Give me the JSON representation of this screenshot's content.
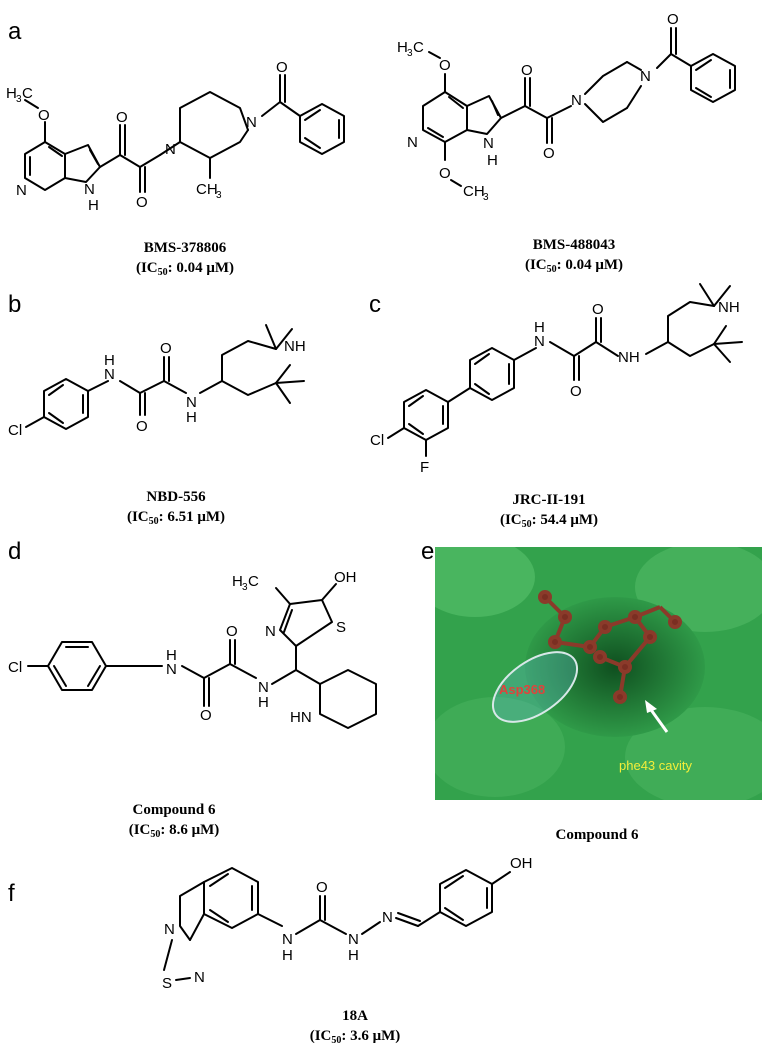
{
  "panels": {
    "a": {
      "letter": "a"
    },
    "b": {
      "letter": "b"
    },
    "c": {
      "letter": "c"
    },
    "d": {
      "letter": "d"
    },
    "e": {
      "letter": "e"
    },
    "f": {
      "letter": "f"
    }
  },
  "compounds": [
    {
      "name": "BMS-378806",
      "ic50_prefix": "(IC",
      "ic50_sub": "50",
      "ic50_value": ": 0.04 μM)"
    },
    {
      "name": "BMS-488043",
      "ic50_prefix": "(IC",
      "ic50_sub": "50",
      "ic50_value": ": 0.04 μM)"
    },
    {
      "name": "NBD-556",
      "ic50_prefix": "(IC",
      "ic50_sub": "50",
      "ic50_value": ": 6.51 μM)"
    },
    {
      "name": "JRC-II-191",
      "ic50_prefix": "(IC",
      "ic50_sub": "50",
      "ic50_value": ": 54.4 μM)"
    },
    {
      "name": "Compound 6",
      "ic50_prefix": "(IC",
      "ic50_sub": "50",
      "ic50_value": ": 8.6 μM)"
    },
    {
      "name": "18A",
      "ic50_prefix": "(IC",
      "ic50_sub": "50",
      "ic50_value": ": 3.6 μM)"
    }
  ],
  "docking": {
    "caption": "Compound 6",
    "asp_label": "Asp368",
    "phe_label": "phe43 cavity"
  },
  "atoms": {
    "o": "O",
    "n": "N",
    "nh": "NH",
    "h": "H",
    "hn": "HN",
    "oh": "OH",
    "cl": "Cl",
    "f": "F",
    "s": "S",
    "ch3": "CH",
    "h3c": "H",
    "c": "C",
    "och3_sub": "3",
    "sn": "S"
  },
  "colors": {
    "surface": "#2f9a48",
    "asp_label": "#e0433c",
    "phe_label": "#f2ee3a",
    "ligand": "#8b3a2a"
  }
}
